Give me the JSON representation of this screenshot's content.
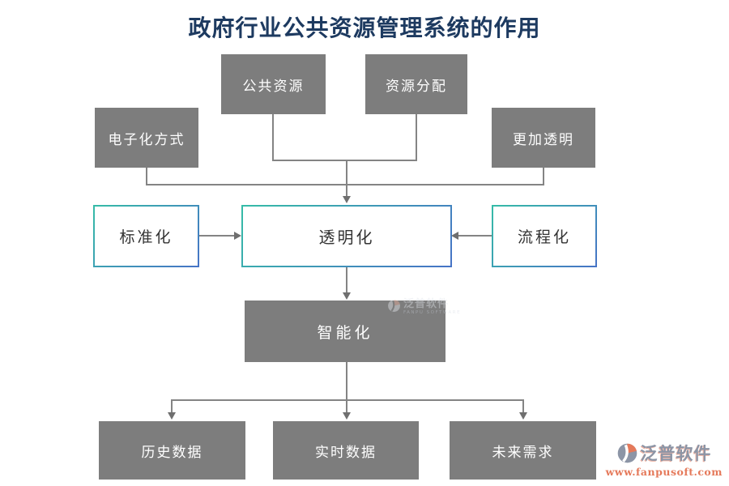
{
  "title": "政府行业公共资源管理系统的作用",
  "diagram": {
    "top_row": [
      {
        "id": "public-resources",
        "label": "公共资源"
      },
      {
        "id": "resource-allocation",
        "label": "资源分配"
      }
    ],
    "side_row": [
      {
        "id": "electronic-method",
        "label": "电子化方式"
      },
      {
        "id": "more-transparent",
        "label": "更加透明"
      }
    ],
    "middle_row": [
      {
        "id": "standardization",
        "label": "标准化"
      },
      {
        "id": "transparency",
        "label": "透明化"
      },
      {
        "id": "process",
        "label": "流程化"
      }
    ],
    "center": {
      "id": "intelligence",
      "label": "智能化"
    },
    "bottom_row": [
      {
        "id": "historical-data",
        "label": "历史数据"
      },
      {
        "id": "realtime-data",
        "label": "实时数据"
      },
      {
        "id": "future-demand",
        "label": "未来需求"
      }
    ],
    "edges": [
      "公共资源+资源分配 → 透明化",
      "电子化方式 → 透明化",
      "更加透明 → 透明化",
      "标准化 → 透明化",
      "流程化 → 透明化",
      "透明化 → 智能化",
      "智能化 → 历史数据",
      "智能化 → 实时数据",
      "智能化 → 未来需求"
    ]
  },
  "watermark": {
    "brand": "泛普软件",
    "subtitle": "FANPU SOFTWARE"
  },
  "logo": {
    "brand": "泛普软件",
    "url": "www.fanpusoft.com"
  },
  "colors": {
    "title": "#1d3a60",
    "node_gray": "#7d7d7d",
    "node_text": "#ffffff",
    "connector": "#848484",
    "border_teal": "#36bca7",
    "border_blue": "#4673c6",
    "middle_text": "#333333",
    "logo_gray_blue": "#8c95a6",
    "logo_salmon": "#e5795a"
  }
}
